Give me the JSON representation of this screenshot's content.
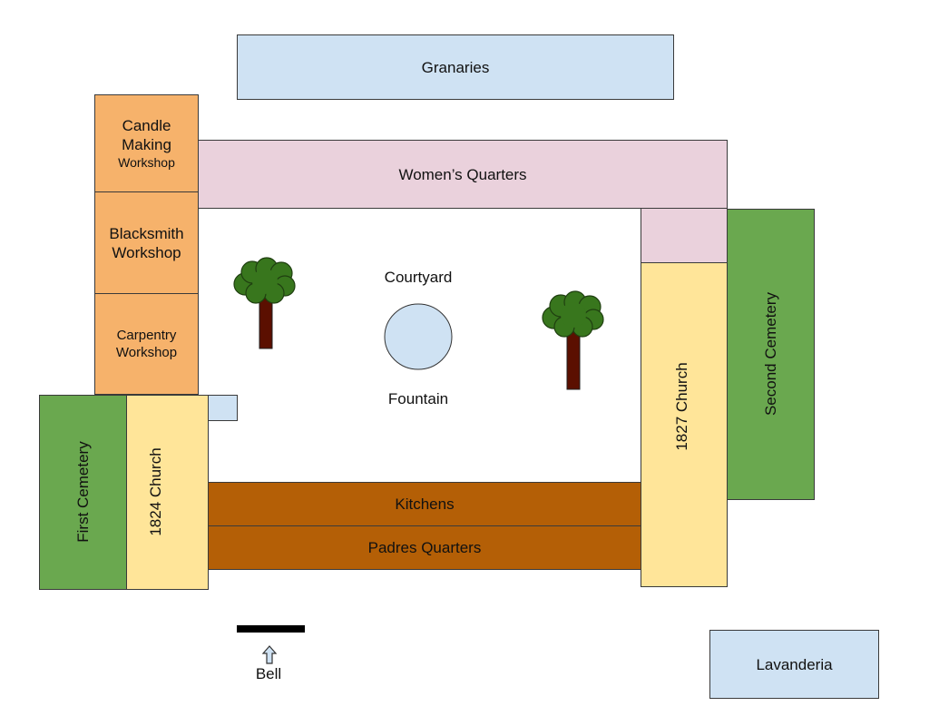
{
  "colors": {
    "light_blue": "#cfe2f3",
    "pink": "#ead1dc",
    "orange": "#f6b26b",
    "green": "#6aa84f",
    "yellow": "#ffe599",
    "brown": "#b45f06",
    "tree_green": "#38761d",
    "tree_trunk": "#5b0f00"
  },
  "buildings": {
    "granaries": "Granaries",
    "womens_quarters": "Women’s Quarters",
    "candle_line1": "Candle",
    "candle_line2": "Making",
    "candle_line3": "Workshop",
    "blacksmith_line1": "Blacksmith",
    "blacksmith_line2": "Workshop",
    "carpentry_line1": "Carpentry",
    "carpentry_line2": "Workshop",
    "first_cemetery": "First Cemetery",
    "church_1824": "1824 Church",
    "church_1827": "1827 Church",
    "second_cemetery": "Second Cemetery",
    "kitchens": "Kitchens",
    "padres_quarters": "Padres Quarters",
    "lavanderia": "Lavanderia"
  },
  "courtyard": {
    "courtyard_label": "Courtyard",
    "fountain_label": "Fountain"
  },
  "bell": {
    "label": "Bell"
  },
  "icons": {
    "tree": "tree-icon",
    "arrow": "arrow-up-icon"
  }
}
